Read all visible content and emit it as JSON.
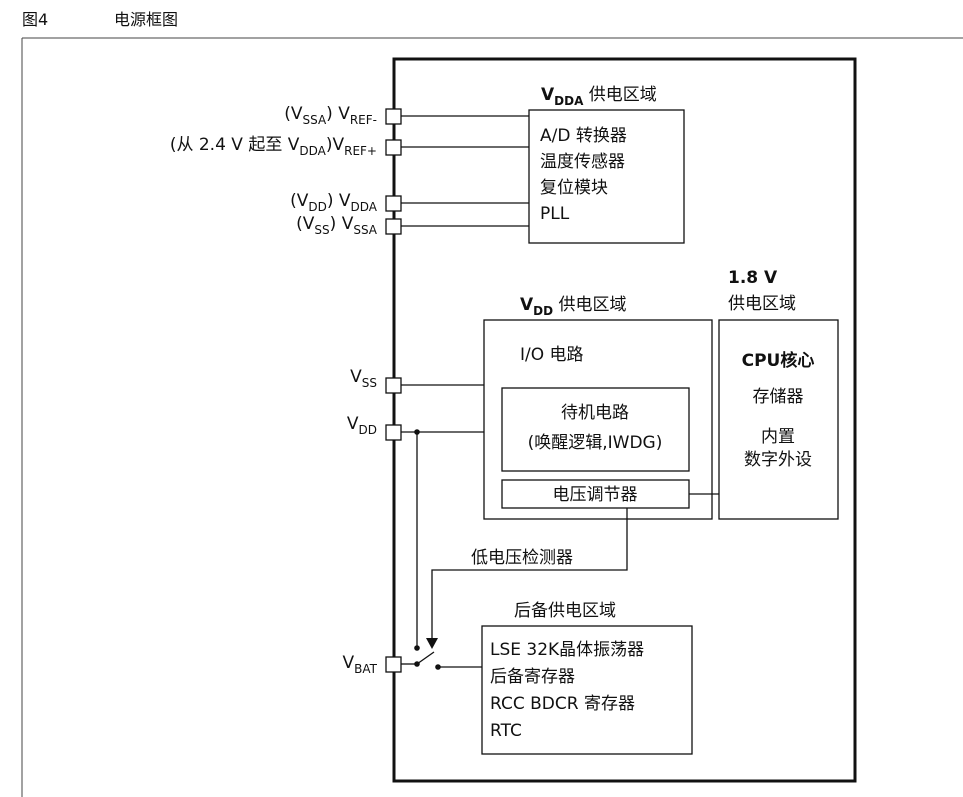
{
  "figure": {
    "number": "图4",
    "title": "电源框图"
  },
  "pins": {
    "vref_minus": {
      "prefix": "(V",
      "prefix_sub": "SSA",
      "mid": ") V",
      "main_sub": "REF-"
    },
    "vref_plus": {
      "prefix": "(从 2.4 V 起至 V",
      "prefix_sub": "DDA",
      "mid": ")V",
      "main_sub": "REF+"
    },
    "vdda": {
      "prefix": "(V",
      "prefix_sub": "DD",
      "mid": ")  V",
      "main_sub": "DDA"
    },
    "vssa": {
      "prefix": "(V",
      "prefix_sub": "SS",
      "mid": ")  V",
      "main_sub": "SSA"
    },
    "vss": {
      "main": "V",
      "main_sub": "SS"
    },
    "vdd": {
      "main": "V",
      "main_sub": "DD"
    },
    "vbat": {
      "main": "V",
      "main_sub": "BAT"
    }
  },
  "domains": {
    "vdda": {
      "title_main": "V",
      "title_sub": "DDA",
      "title_rest": " 供电区域",
      "items": [
        "A/D 转换器",
        "温度传感器",
        "复位模块",
        "PLL"
      ]
    },
    "vdd": {
      "title_main": "V",
      "title_sub": "DD",
      "title_rest": " 供电区域",
      "io": "I/O 电路",
      "standby_line1": "待机电路",
      "standby_line2": "(唤醒逻辑,IWDG)",
      "regulator": "电压调节器"
    },
    "v18": {
      "title_line1": "1.8 V",
      "title_line2": "供电区域",
      "cpu": "CPU核心",
      "memory": "存储器",
      "periph_line1": "内置",
      "periph_line2": "数字外设"
    },
    "backup": {
      "title": "后备供电区域",
      "items": [
        "LSE 32K晶体振荡器",
        "后备寄存器",
        "RCC BDCR 寄存器",
        "RTC"
      ]
    }
  },
  "low_voltage_detector": "低电压检测器"
}
